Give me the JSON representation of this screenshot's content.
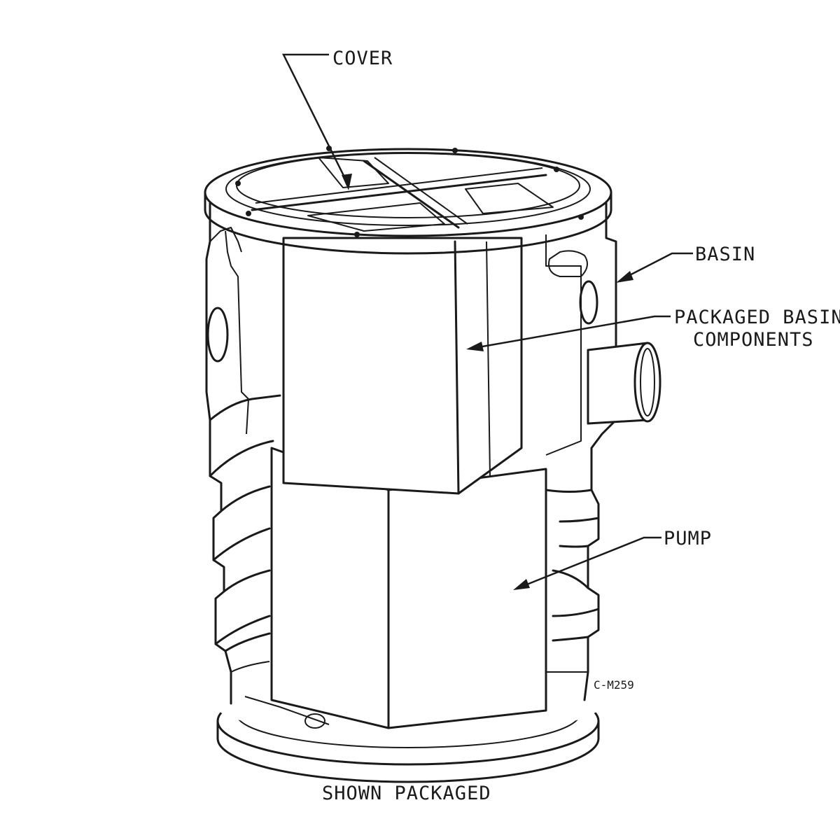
{
  "labels": {
    "cover": "COVER",
    "basin": "BASIN",
    "packaged_line1": "PACKAGED BASIN",
    "packaged_line2": "COMPONENTS",
    "pump": "PUMP",
    "drawing_code": "C-M259",
    "caption": "SHOWN PACKAGED"
  }
}
